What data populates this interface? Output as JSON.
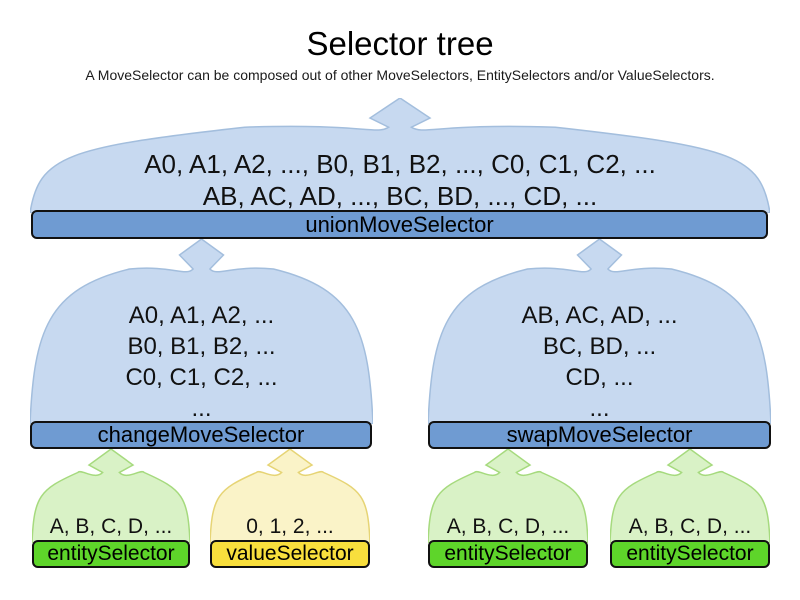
{
  "title": "Selector tree",
  "subtitle": "A MoveSelector can be composed out of other MoveSelectors, EntitySelectors and/or ValueSelectors.",
  "colors": {
    "blue_bar": "#6f9bd2",
    "blue_cloud": "#c7d9f0",
    "blue_cloud_border": "#a3bedd",
    "green_bar": "#5ed52a",
    "green_cloud": "#d9f2c6",
    "green_cloud_border": "#a6da7e",
    "yellow_bar": "#f8df3d",
    "yellow_cloud": "#faf3c8",
    "yellow_cloud_border": "#e6d475"
  },
  "nodes": {
    "union": {
      "label": "unionMoveSelector",
      "lines": [
        "A0, A1, A2, ..., B0, B1, B2, ..., C0, C1, C2, ...",
        "AB, AC, AD, ..., BC, BD, ..., CD, ..."
      ]
    },
    "change": {
      "label": "changeMoveSelector",
      "lines": [
        "A0, A1, A2, ...",
        "B0, B1, B2, ...",
        "C0, C1, C2, ...",
        "..."
      ]
    },
    "swap": {
      "label": "swapMoveSelector",
      "lines": [
        "AB, AC, AD, ...",
        "BC, BD, ...",
        "CD, ...",
        "..."
      ]
    },
    "entity_left": {
      "label": "entitySelector",
      "lines": [
        "A, B, C, D, ..."
      ]
    },
    "value_left": {
      "label": "valueSelector",
      "lines": [
        "0, 1, 2, ..."
      ]
    },
    "entity_mid": {
      "label": "entitySelector",
      "lines": [
        "A, B, C, D, ..."
      ]
    },
    "entity_right": {
      "label": "entitySelector",
      "lines": [
        "A, B, C, D, ..."
      ]
    }
  }
}
